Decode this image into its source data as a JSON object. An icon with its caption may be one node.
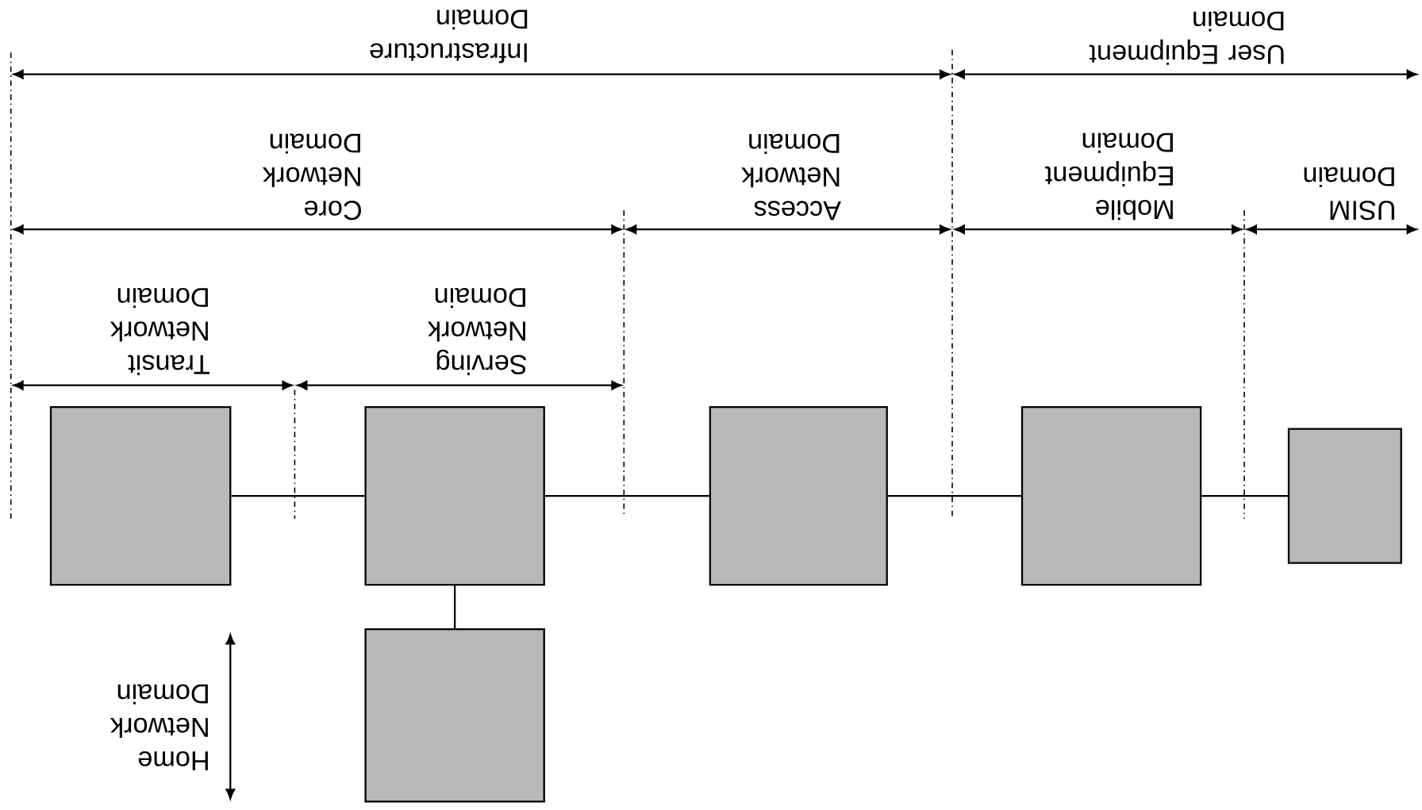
{
  "diagram": {
    "nodes": [
      {
        "text": [],
        "shape": "box"
      },
      {
        "text": [],
        "shape": "box"
      },
      {
        "text": [],
        "shape": "box"
      },
      {
        "text": [],
        "shape": "box"
      },
      {
        "text": [],
        "shape": "box"
      },
      {
        "text": [],
        "shape": "box"
      }
    ],
    "edges": [
      {
        "from": 0,
        "to": 1,
        "arrow": "none"
      },
      {
        "from": 1,
        "to": 2,
        "arrow": "none"
      },
      {
        "from": 1,
        "to": 3,
        "arrow": "none"
      },
      {
        "from": 3,
        "to": 4,
        "arrow": "none"
      },
      {
        "from": 4,
        "to": 5,
        "arrow": "none"
      }
    ],
    "labels": [
      "Infrastructure Domain",
      "User Equipment Domain",
      "Core Network Domain",
      "Access Network Domain",
      "Mobile Equipment Domain",
      "USIM Domain",
      "Transit Network Domain",
      "Serving Network Domain",
      "Home Network Domain"
    ]
  }
}
